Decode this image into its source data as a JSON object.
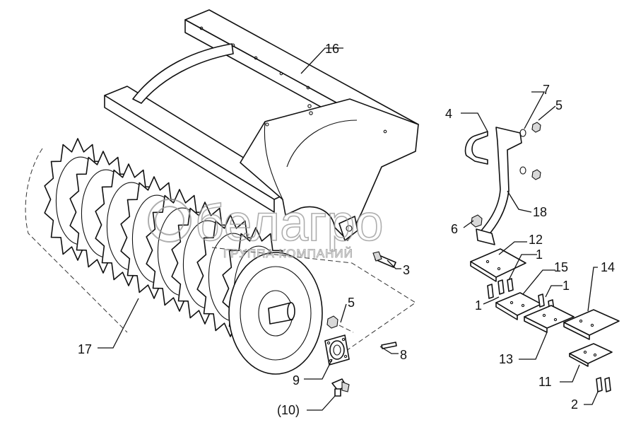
{
  "watermark": {
    "brand": "белагро",
    "subtitle": "ГРУППА КОМПАНИЙ"
  },
  "callouts": {
    "c1a": "1",
    "c1b": "1",
    "c1c": "1",
    "c2": "2",
    "c3": "3",
    "c4": "4",
    "c5a": "5",
    "c5b": "5",
    "c6": "6",
    "c7": "7",
    "c8": "8",
    "c9": "9",
    "c10": "(10)",
    "c11": "11",
    "c12": "12",
    "c13": "13",
    "c14": "14",
    "c15": "15",
    "c16": "16",
    "c17": "17",
    "c18": "18"
  }
}
